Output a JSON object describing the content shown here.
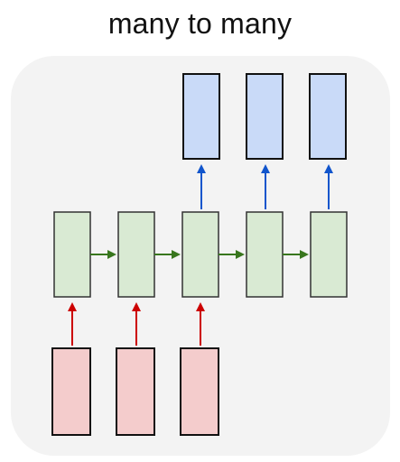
{
  "title": "many to many",
  "diagram": {
    "background": "#f3f3f3",
    "columns": 5,
    "inputs": {
      "count": 3,
      "fill": "#f4cccc",
      "stroke": "#111111"
    },
    "hidden": {
      "count": 5,
      "fill": "#d9ead3",
      "stroke": "#333333"
    },
    "outputs": {
      "count": 3,
      "fill": "#c9daf8",
      "stroke": "#111111",
      "columns_start": 2
    },
    "arrows": {
      "input_to_hidden": "#cc0000",
      "hidden_to_hidden": "#38761d",
      "hidden_to_output": "#1155cc"
    }
  }
}
